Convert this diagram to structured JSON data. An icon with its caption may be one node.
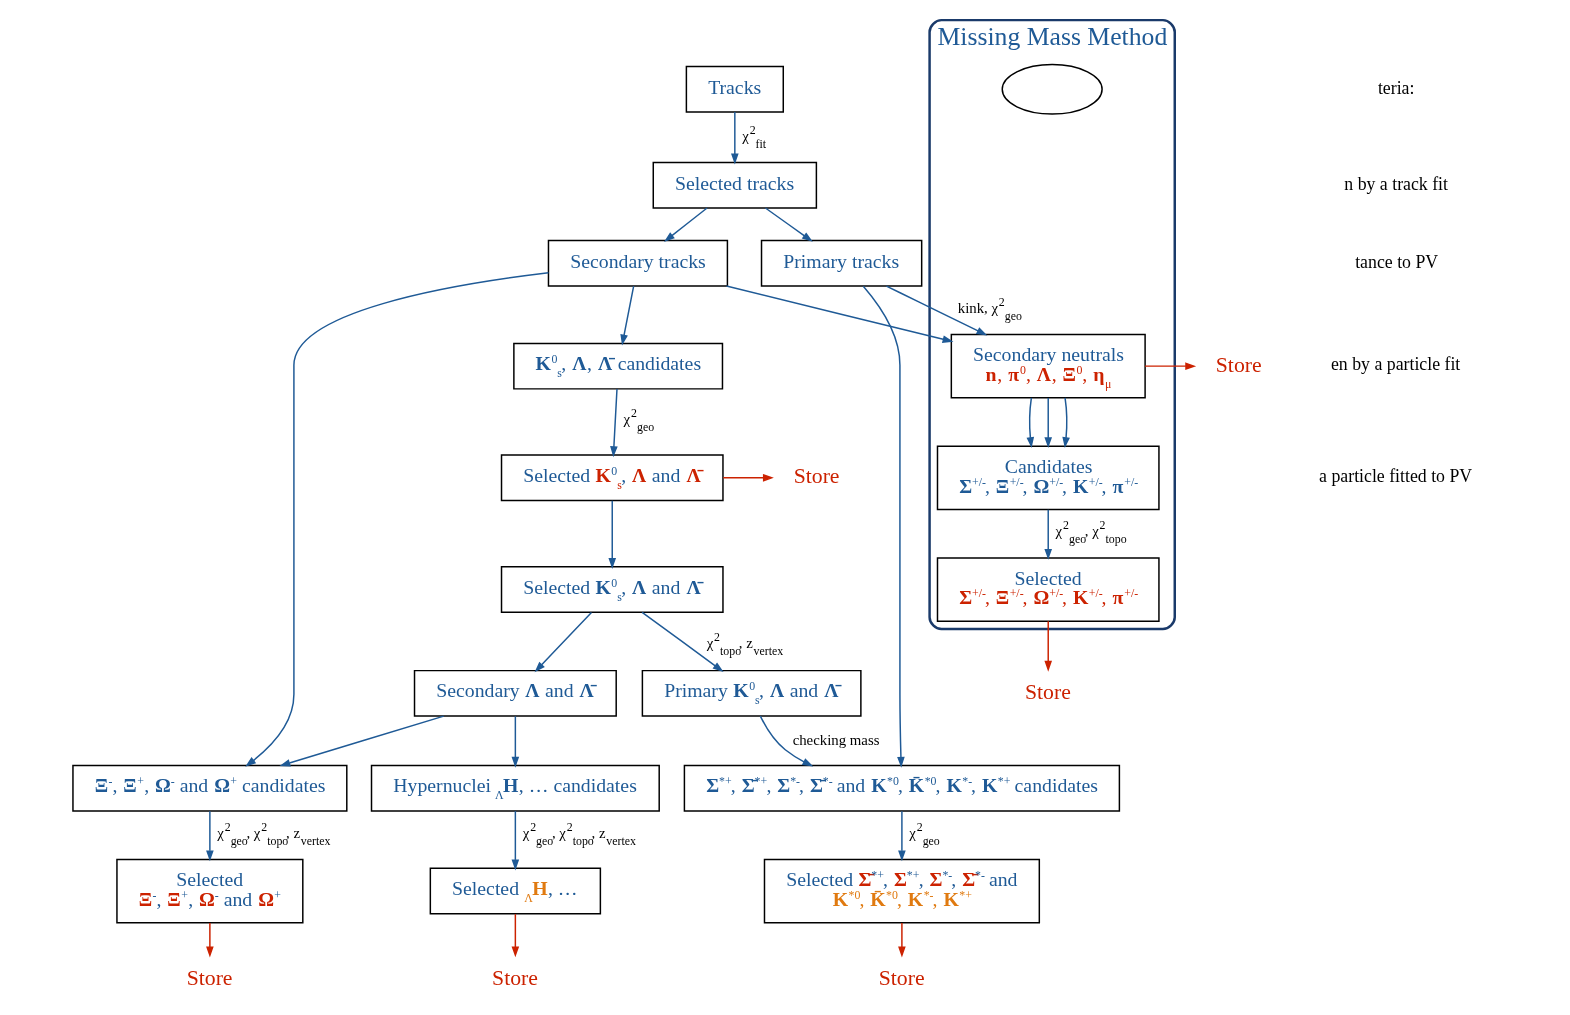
{
  "diagram": {
    "nodes": [
      {
        "text": [
          "Tracks"
        ]
      },
      {
        "text": [
          "Selected tracks"
        ]
      },
      {
        "text": [
          "Secondary tracks"
        ]
      },
      {
        "text": [
          "Primary tracks"
        ]
      },
      {
        "text": [
          "**K**$^{0}$$_{s}$, **Λ**, **Λ̄** candidates"
        ]
      },
      {
        "text": [
          "Selected **K**$^{0}$$_{s}$, **Λ** and **Λ̄**"
        ]
      },
      {
        "text": [
          "Store"
        ]
      },
      {
        "text": [
          "Selected **K**$^{0}$$_{s}$, **Λ** and **Λ̄**"
        ]
      },
      {
        "text": [
          "Secondary **Λ** and **Λ̄**"
        ]
      },
      {
        "text": [
          "Primary **K**$^{0}$$_{s}$, **Λ** and **Λ̄**"
        ]
      },
      {
        "text": [
          "**Ξ**$^{-}$, **Ξ**$^{+}$, **Ω**$^{-}$ and **Ω**$^{+}$ candidates"
        ]
      },
      {
        "text": [
          "Hypernuclei $_{Λ}$**H**, … candidates"
        ]
      },
      {
        "text": [
          "**Σ**$^{*+}$, **Σ̄**$^{*+}$, **Σ**$^{*-}$, **Σ̄**$^{*-}$ and **K**$^{*0}$, **K̄**$^{*0}$, **K**$^{*-}$, **K**$^{*+}$ candidates"
        ]
      },
      {
        "text": [
          "Selected",
          "**Ξ**$^{-}$, **Ξ**$^{+}$, **Ω**$^{-}$ and **Ω**$^{+}$"
        ]
      },
      {
        "text": [
          "Selected $_{Λ}$**H**, …"
        ]
      },
      {
        "text": [
          "Selected **Σ̄**$^{*+}$, **Σ**$^{*+}$, **Σ**$^{*-}$, **Σ̄**$^{*-}$ and",
          "**K**$^{*0}$, **K̄**$^{*0}$, **K**$^{*-}$, **K**$^{*+}$"
        ]
      },
      {
        "text": [
          "Store"
        ]
      },
      {
        "text": [
          "Store"
        ]
      },
      {
        "text": [
          "Store"
        ]
      },
      {
        "text": [
          "Missing Mass Method"
        ]
      },
      {
        "text": [],
        "shape": "ellipse",
        "in": 19
      },
      {
        "text": [
          "Secondary neutrals",
          "**n**, **π**$^{0}$, **Λ**, **Ξ**$^{0}$, **η**$_{μ}$"
        ],
        "in": 19
      },
      {
        "text": [
          "Candidates",
          "**Σ**$^{+/-}$, **Ξ**$^{+/-}$, **Ω**$^{+/-}$, **K**$^{+/-}$, **π**$^{+/-}$"
        ],
        "in": 19
      },
      {
        "text": [
          "Selected",
          "**Σ**$^{+/-}$, **Ξ**$^{+/-}$, **Ω**$^{+/-}$, **K**$^{+/-}$, **π**$^{+/-}$"
        ],
        "in": 19
      },
      {
        "text": [
          "Store"
        ]
      },
      {
        "text": [
          "Store"
        ]
      }
    ],
    "edges": [
      {
        "from": 0,
        "to": 1,
        "arrow": "to",
        "label": "χ$^{2}$$_{fit}$"
      },
      {
        "from": 1,
        "to": 2,
        "arrow": "to"
      },
      {
        "from": 1,
        "to": 3,
        "arrow": "to"
      },
      {
        "from": 2,
        "to": 4,
        "arrow": "to"
      },
      {
        "from": 2,
        "to": 10,
        "arrow": "to"
      },
      {
        "from": 2,
        "to": 21,
        "arrow": "to"
      },
      {
        "from": 3,
        "to": 21,
        "arrow": "to",
        "label": "kink, χ$^{2}$$_{geo}$"
      },
      {
        "from": 3,
        "to": 12,
        "arrow": "to"
      },
      {
        "from": 4,
        "to": 5,
        "arrow": "to",
        "label": "χ$^{2}$$_{geo}$"
      },
      {
        "from": 5,
        "to": 6,
        "arrow": "to",
        "color": "#cc2200"
      },
      {
        "from": 5,
        "to": 7,
        "arrow": "to"
      },
      {
        "from": 7,
        "to": 8,
        "arrow": "to"
      },
      {
        "from": 7,
        "to": 9,
        "arrow": "to",
        "label": "χ$^{2}$$_{topo}$, z$_{vertex}$"
      },
      {
        "from": 8,
        "to": 10,
        "arrow": "to"
      },
      {
        "from": 8,
        "to": 11,
        "arrow": "to"
      },
      {
        "from": 9,
        "to": 12,
        "arrow": "to",
        "label": "checking mass"
      },
      {
        "from": 10,
        "to": 13,
        "arrow": "to",
        "label": "χ$^{2}$$_{geo}$, χ$^{2}$$_{topo}$, z$_{vertex}$"
      },
      {
        "from": 11,
        "to": 14,
        "arrow": "to",
        "label": "χ$^{2}$$_{geo}$, χ$^{2}$$_{topo}$, z$_{vertex}$"
      },
      {
        "from": 12,
        "to": 15,
        "arrow": "to",
        "label": "χ$^{2}$$_{geo}$"
      },
      {
        "from": 13,
        "to": 16,
        "arrow": "to",
        "color": "#cc2200"
      },
      {
        "from": 14,
        "to": 17,
        "arrow": "to",
        "color": "#cc2200"
      },
      {
        "from": 15,
        "to": 18,
        "arrow": "to",
        "color": "#cc2200"
      },
      {
        "from": 21,
        "to": 24,
        "arrow": "to",
        "color": "#cc2200"
      },
      {
        "from": 21,
        "to": 22,
        "arrow": "to"
      },
      {
        "from": 21,
        "to": 22,
        "arrow": "to"
      },
      {
        "from": 21,
        "to": 22,
        "arrow": "to"
      },
      {
        "from": 22,
        "to": 23,
        "arrow": "to",
        "label": "χ$^{2}$$_{geo}$, χ$^{2}$$_{topo}$"
      },
      {
        "from": 23,
        "to": 25,
        "arrow": "to",
        "color": "#cc2200"
      }
    ],
    "labels": [
      "teria:",
      "n by a track fit",
      "tance to PV",
      "en by a particle fit",
      "a particle fitted to PV"
    ]
  }
}
